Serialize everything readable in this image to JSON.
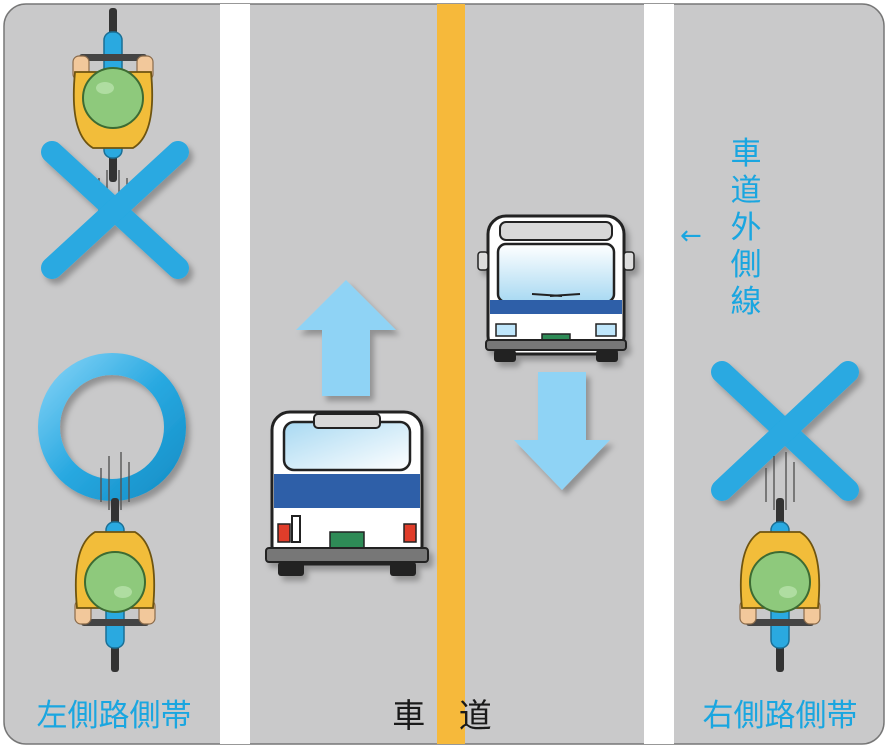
{
  "colors": {
    "accent": "#1aa6e0",
    "road": "#c9c9ca",
    "lane_line": "#ffffff",
    "center_line": "#f6b93b",
    "mark": "#29a9e1",
    "arrow": "#8fd3f5",
    "bus_stripe": "#2d5ea8",
    "helmet": "#8ec97c",
    "jacket": "#f2bd3a",
    "bike": "#2aa9e0"
  },
  "labels": {
    "left_band": "左側路側帯",
    "roadway": "車 道",
    "right_band": "右側路側帯"
  },
  "outer_line_note": {
    "arrow": "←",
    "chars": [
      "車",
      "道",
      "外",
      "側",
      "線"
    ]
  },
  "marks": {
    "left_top": "cross-icon",
    "left_bottom": "circle-icon",
    "right": "cross-icon"
  },
  "icons": [
    "bicycle-rider-icon",
    "bus-rear-icon",
    "bus-front-icon",
    "up-arrow-icon",
    "down-arrow-icon"
  ]
}
